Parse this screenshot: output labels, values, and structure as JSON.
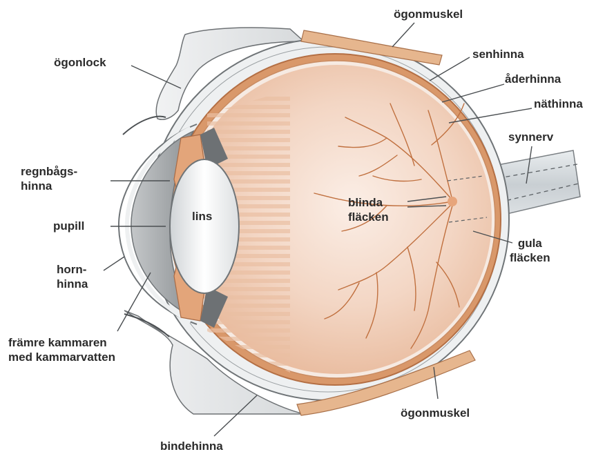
{
  "labels": {
    "eye_muscle_top": "ögonmuskel",
    "eyelid": "ögonlock",
    "sclera": "senhinna",
    "choroid": "åderhinna",
    "retina": "näthinna",
    "optic_nerve": "synnerv",
    "iris": [
      "regnbågs-",
      "hinna"
    ],
    "lens": "lins",
    "pupil": "pupill",
    "blind_spot": [
      "blinda",
      "fläcken"
    ],
    "macula": [
      "gula",
      "fläcken"
    ],
    "cornea": [
      "horn-",
      "hinna"
    ],
    "anterior_chamber": [
      "främre kammaren",
      "med kammarvatten"
    ],
    "eye_muscle_bottom": "ögonmuskel",
    "conjunctiva": "bindehinna"
  }
}
